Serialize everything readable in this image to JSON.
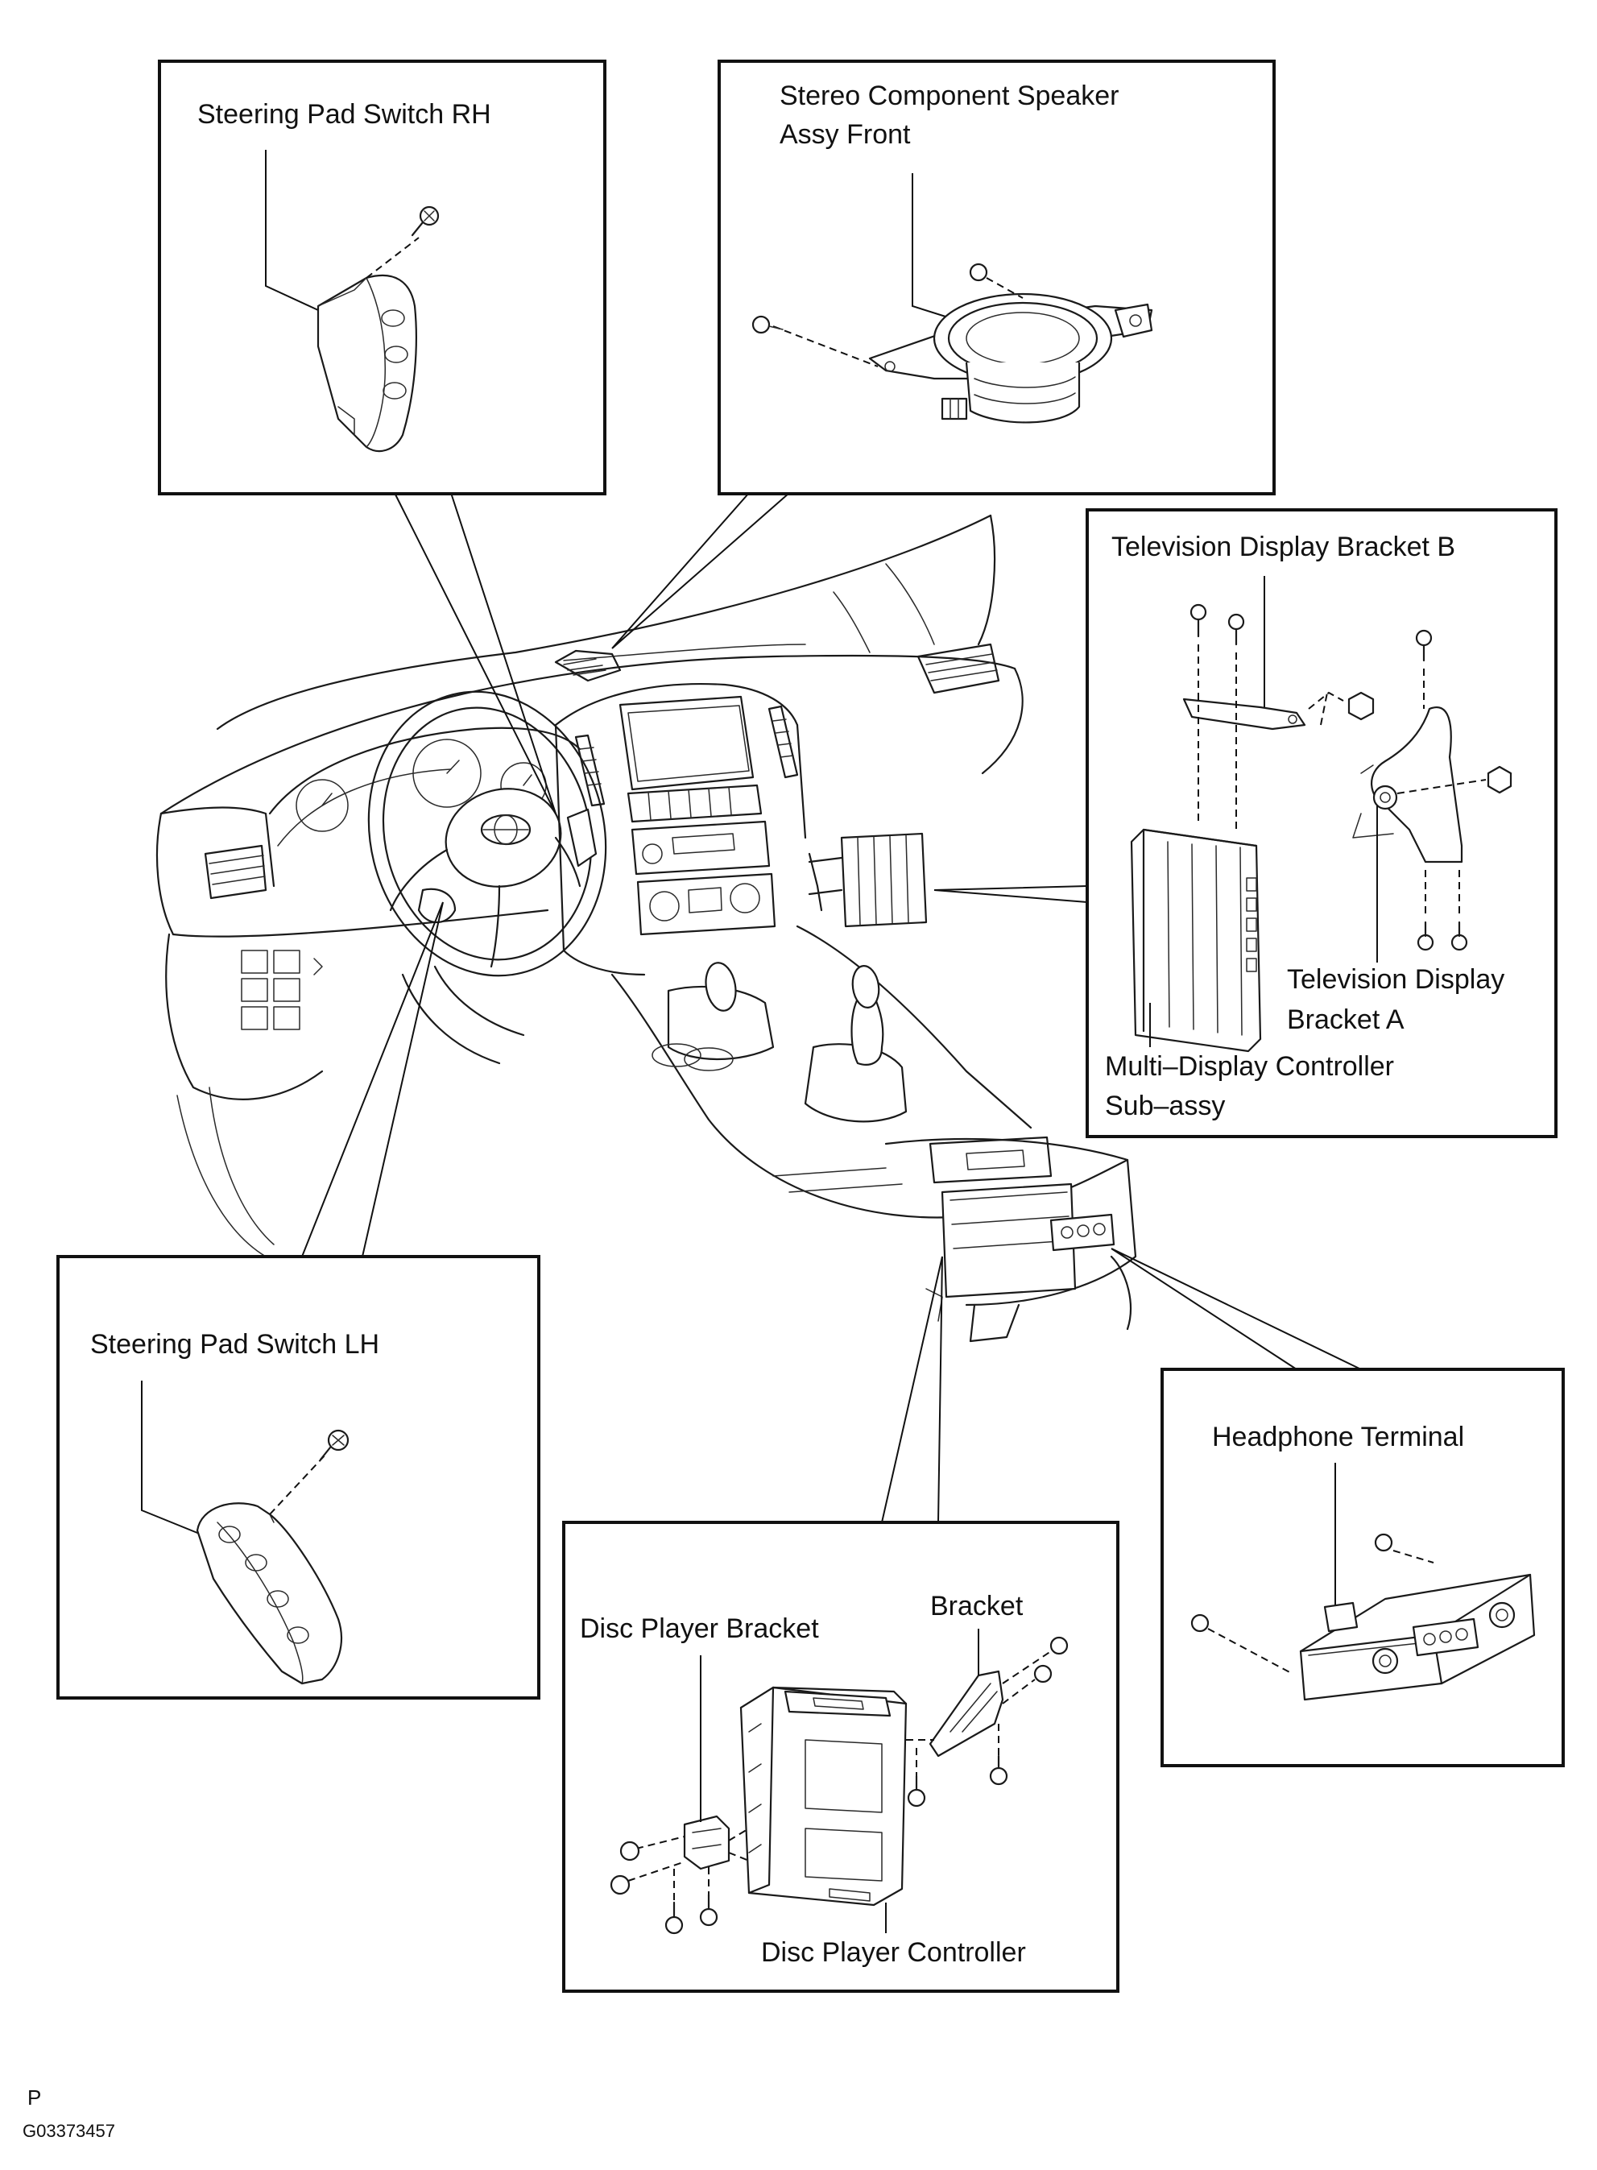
{
  "callouts": {
    "steering_rh": "Steering Pad Switch RH",
    "speaker_line1": "Stereo Component Speaker",
    "speaker_line2": "Assy Front",
    "tv_bracket_b": "Television Display Bracket B",
    "tv_bracket_a_line1": "Television Display",
    "tv_bracket_a_line2": "Bracket A",
    "multi_display_line1": "Multi–Display Controller",
    "multi_display_line2": "Sub–assy",
    "steering_lh": "Steering Pad Switch LH",
    "headphone": "Headphone Terminal",
    "disc_bracket": "Disc Player Bracket",
    "bracket": "Bracket",
    "disc_controller": "Disc Player Controller"
  },
  "footer": {
    "mark": "P",
    "figure_code": "G03373457"
  }
}
